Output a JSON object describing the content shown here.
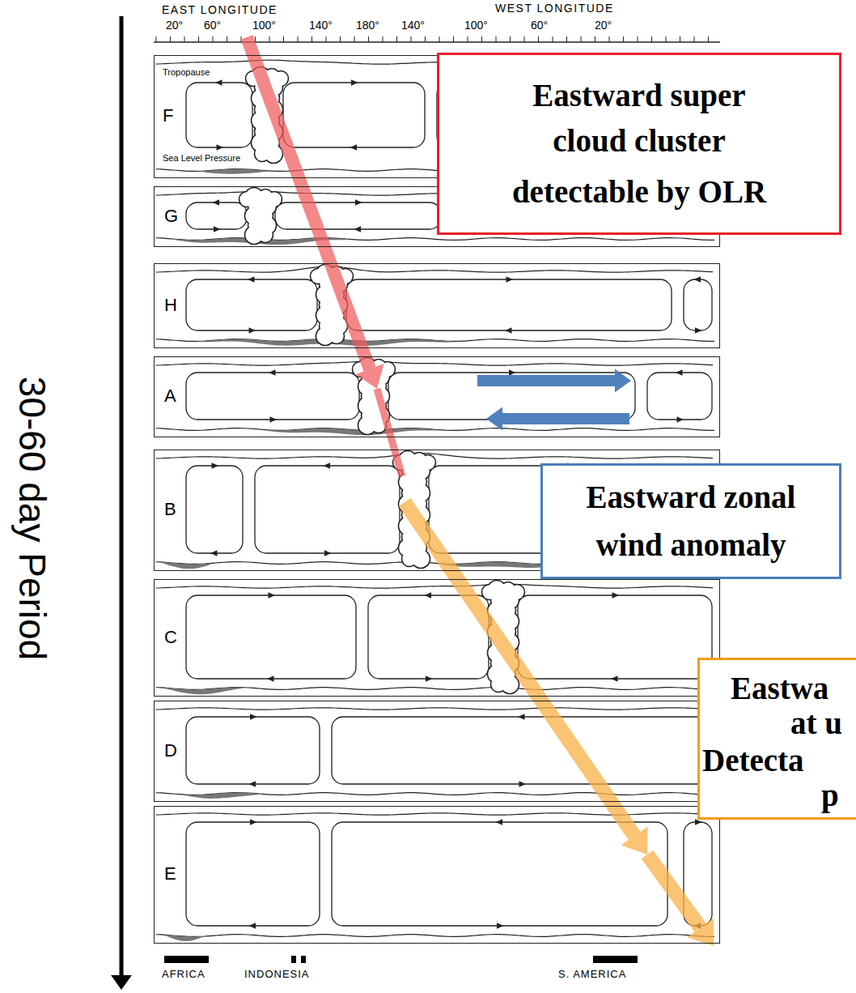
{
  "diagram": {
    "nodes": [
      {
        "text": [
          "Tropopause",
          "F",
          "Sea Level Pressure"
        ]
      },
      {
        "text": [
          "G"
        ]
      },
      {
        "text": [
          "H"
        ]
      },
      {
        "text": [
          "A"
        ]
      },
      {
        "text": [
          "B"
        ]
      },
      {
        "text": [
          "C"
        ]
      },
      {
        "text": [
          "D"
        ]
      },
      {
        "text": [
          "E"
        ]
      },
      {
        "text": [
          "Eastward super cloud cluster",
          "detectable by OLR"
        ]
      },
      {
        "text": [
          "Eastward zonal wind anomaly"
        ]
      },
      {
        "text": [
          "Eastwa",
          "at u",
          "Detecta",
          "p"
        ]
      }
    ],
    "labels": [
      "EAST LONGITUDE",
      "WEST LONGITUDE",
      "20°",
      "60°",
      "100°",
      "140°",
      "180°",
      "140°",
      "100°",
      "60°",
      "20°",
      "30-60 day Period",
      "AFRICA",
      "INDONESIA",
      "S. AMERICA"
    ]
  }
}
